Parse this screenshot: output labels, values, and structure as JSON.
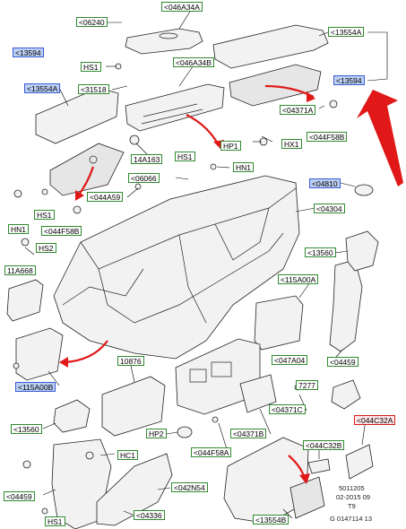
{
  "labels": {
    "p06240": "<06240",
    "p046A34A": "<046A34A",
    "p13554A_tr": "<13554A",
    "p13594_tl": "<13594",
    "p13554A_l": "<13554A",
    "hs1_a": "HS1",
    "p046A34B": "<046A34B",
    "p31518": "<31518",
    "p13594_r": "<13594",
    "p04371A": "<04371A",
    "p044F58B_r": "<044F58B",
    "hp1": "HP1",
    "hx1": "HX1",
    "p14A163": "14A163",
    "hs1_b": "HS1",
    "hn1_a": "HN1",
    "p06066": "<06066",
    "p044A59": "<044A59",
    "hs1_c": "HS1",
    "p04810": "<04810",
    "p04304": "<04304",
    "hn1_b": "HN1",
    "p044F58B_l": "<044F58B",
    "hs2": "HS2",
    "p13560_r": "<13560",
    "p11A668": "11A668",
    "p115A00A": "<115A00A",
    "p047A04": "<047A04",
    "p04459_r": "<04459",
    "p115A00B": "<115A00B",
    "p10876": "10876",
    "p7277": "7277",
    "p04371C": "<04371C",
    "p13560_l": "<13560",
    "hp2": "HP2",
    "p044F58A": "<044F58A",
    "p04371B": "<04371B",
    "p044C32A": "<044C32A",
    "hc1": "HC1",
    "p044C32B": "<044C32B",
    "p04459_l": "<04459",
    "p042N54": "<042N54",
    "hs1_d": "HS1",
    "p04336": "<04336",
    "p13554B": "<13554B"
  },
  "footer": {
    "line1": "5011205",
    "line2": "02-2015 09",
    "line3": "T9",
    "line4": "G 0147114 13"
  },
  "colors": {
    "blue_fill": "#bcd0f4",
    "blue_border": "#3b5bd6",
    "green_border": "#2f8a2f",
    "red_border": "#d21b1b",
    "arrow_red": "#e01818"
  }
}
